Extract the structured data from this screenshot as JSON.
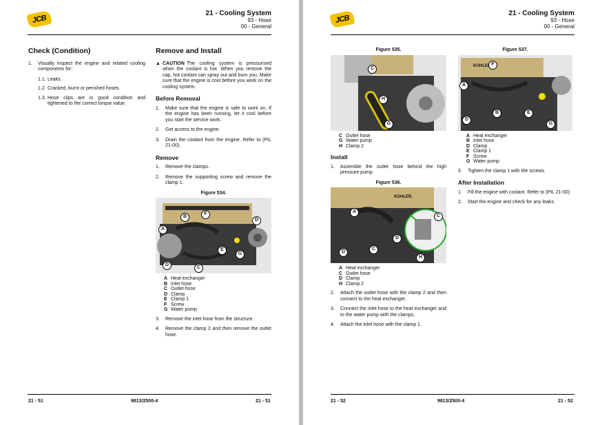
{
  "header": {
    "logo_text": "JCB",
    "title": "21 - Cooling System",
    "subtitle": "93 - Hose",
    "section": "00 - General"
  },
  "left_page": {
    "check": {
      "heading": "Check (Condition)",
      "items": [
        {
          "num": "1.",
          "text": "Visually inspect the engine and related cooling components for:"
        }
      ],
      "subitems": [
        {
          "num": "1.1.",
          "text": "Leaks."
        },
        {
          "num": "1.2.",
          "text": "Cracked, burnt or perished hoses."
        },
        {
          "num": "1.3.",
          "text": "Hose clips are in good condition and tightened to the correct torque value."
        }
      ]
    },
    "remove_install": {
      "heading": "Remove and Install",
      "caution_label": "CAUTION",
      "caution_text": "The cooling system is pressurised when the coolant is hot. When you remove the cap, hot coolant can spray out and burn you. Make sure that the engine is cool before you work on the cooling system.",
      "before_heading": "Before Removal",
      "before_items": [
        {
          "num": "1.",
          "text": "Make sure that the engine is safe to work on. If the engine has been running, let it cool before you start the service work."
        },
        {
          "num": "2.",
          "text": "Get access to the engine."
        },
        {
          "num": "3.",
          "text": "Drain the coolant from the engine. Refer to (PIL 21-00)."
        }
      ],
      "remove_heading": "Remove",
      "remove_items": [
        {
          "num": "1.",
          "text": "Remove the clamps."
        },
        {
          "num": "2.",
          "text": "Remove the supporting screw and remove the clamp 1."
        }
      ],
      "figure_caption": "Figure 534.",
      "figure_labels": [
        "A",
        "B",
        "F",
        "D",
        "E",
        "G",
        "D",
        "C"
      ],
      "legend": [
        {
          "k": "A",
          "v": "Heat exchanger"
        },
        {
          "k": "B",
          "v": "Inlet hose"
        },
        {
          "k": "C",
          "v": "Outlet hose"
        },
        {
          "k": "D",
          "v": "Clamp"
        },
        {
          "k": "E",
          "v": "Clamp 1"
        },
        {
          "k": "F",
          "v": "Screw"
        },
        {
          "k": "G",
          "v": "Water pump"
        }
      ],
      "after_items": [
        {
          "num": "3.",
          "text": "Remove the inlet hose from the structure."
        },
        {
          "num": "4.",
          "text": "Remove the clamp 2 and then remove the outlet hose."
        }
      ]
    },
    "footer": {
      "left": "21 - 51",
      "center": "9813/2500-4",
      "right": "21 - 51"
    }
  },
  "right_page": {
    "fig535": {
      "caption": "Figure 535.",
      "labels": [
        "C",
        "H",
        "G"
      ],
      "legend": [
        {
          "k": "C",
          "v": "Outlet hose"
        },
        {
          "k": "G",
          "v": "Water pump"
        },
        {
          "k": "H",
          "v": "Clamp 2"
        }
      ]
    },
    "install_heading": "Install",
    "install_items": [
      {
        "num": "1.",
        "text": "Assemble the outlet hose behind the high pressure pump."
      }
    ],
    "fig536": {
      "caption": "Figure 536.",
      "brand": "KOHLER.",
      "labels": [
        "A",
        "D",
        "C",
        "D",
        "C",
        "H"
      ],
      "legend": [
        {
          "k": "A",
          "v": "Heat exchanger"
        },
        {
          "k": "C",
          "v": "Outlet hose"
        },
        {
          "k": "D",
          "v": "Clamp"
        },
        {
          "k": "H",
          "v": "Clamp 2"
        }
      ]
    },
    "install_more": [
      {
        "num": "2.",
        "text": "Attach the outlet hose with the clamp 2 and then connect to the heat exchanger."
      },
      {
        "num": "3.",
        "text": "Connect the inlet hose to the heat exchanger and to the water pump with the clamps."
      },
      {
        "num": "4.",
        "text": "Attach the inlet hose with the clamp 1."
      }
    ],
    "fig537": {
      "caption": "Figure 537.",
      "brand": "KOHLER",
      "labels": [
        "F",
        "A",
        "B",
        "E",
        "D",
        "G"
      ],
      "legend": [
        {
          "k": "A",
          "v": "Heat exchanger"
        },
        {
          "k": "B",
          "v": "Inlet hose"
        },
        {
          "k": "D",
          "v": "Clamp"
        },
        {
          "k": "E",
          "v": "Clamp 1"
        },
        {
          "k": "F",
          "v": "Screw"
        },
        {
          "k": "G",
          "v": "Water pump"
        }
      ]
    },
    "step5": {
      "num": "5.",
      "text": "Tighten the clamp 1 with the screws."
    },
    "after_heading": "After Installation",
    "after_items": [
      {
        "num": "1.",
        "text": "Fill the engine with coolant. Refer to (PIL 21-00)."
      },
      {
        "num": "2.",
        "text": "Start the engine and check for any leaks."
      }
    ],
    "footer": {
      "left": "21 - 52",
      "center": "9813/2500-4",
      "right": "21 - 52"
    }
  }
}
